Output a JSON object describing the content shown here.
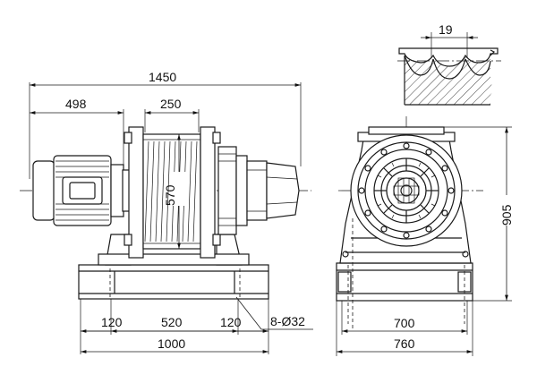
{
  "dimensions": {
    "overall_length": "1450",
    "motor_length": "498",
    "drum_width": "250",
    "drum_diameter": "570",
    "groove_pitch": "19",
    "base_side_left": "120",
    "base_middle": "520",
    "base_side_right": "120",
    "base_length": "1000",
    "holes": "8-Ø32",
    "height": "905",
    "end_inner_width": "700",
    "end_outer_width": "760"
  }
}
